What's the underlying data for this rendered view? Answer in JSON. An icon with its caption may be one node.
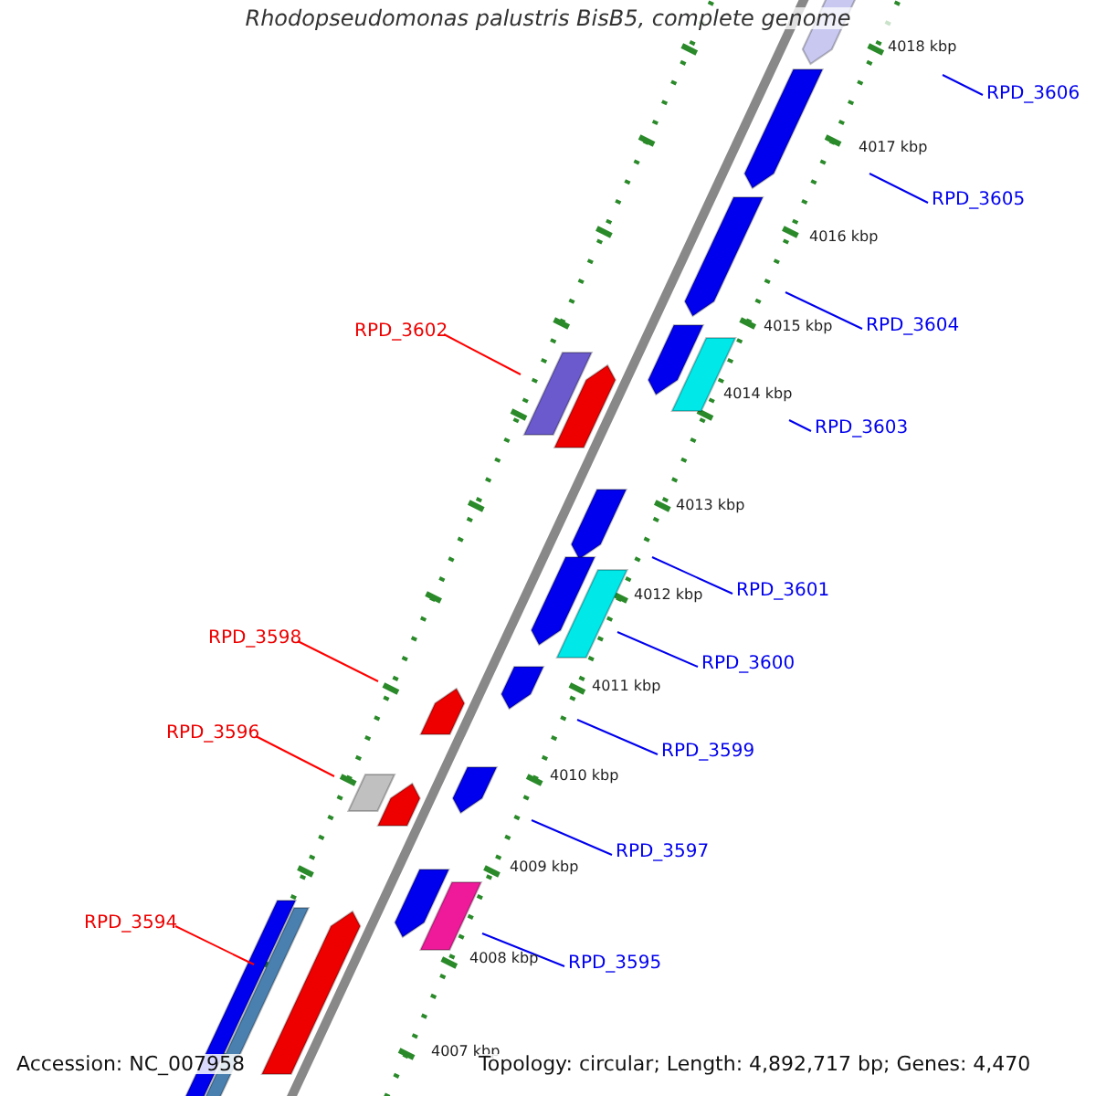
{
  "diagram": {
    "title": "Rhodopseudomonas palustris BisB5, complete genome",
    "nodes": [
      {
        "text": [
          "RPD_3606"
        ]
      },
      {
        "text": [
          "RPD_3605"
        ]
      },
      {
        "text": [
          "RPD_3604"
        ]
      },
      {
        "text": [
          "RPD_3602"
        ]
      },
      {
        "text": [
          "RPD_3603"
        ]
      },
      {
        "text": [
          "RPD_3601"
        ]
      },
      {
        "text": [
          "RPD_3598"
        ]
      },
      {
        "text": [
          "RPD_3600"
        ]
      },
      {
        "text": [
          "RPD_3596"
        ]
      },
      {
        "text": [
          "RPD_3599"
        ]
      },
      {
        "text": [
          "RPD_3597"
        ]
      },
      {
        "text": [
          "RPD_3594"
        ]
      },
      {
        "text": [
          "RPD_3595"
        ]
      }
    ],
    "edges": [
      {
        "from": 0,
        "to": null,
        "arrow": "none"
      },
      {
        "from": 1,
        "to": null,
        "arrow": "none"
      },
      {
        "from": 2,
        "to": null,
        "arrow": "none"
      },
      {
        "from": 3,
        "to": null,
        "arrow": "none",
        "color": "#ff0000"
      },
      {
        "from": 4,
        "to": null,
        "arrow": "none"
      },
      {
        "from": 5,
        "to": null,
        "arrow": "none"
      },
      {
        "from": 6,
        "to": null,
        "arrow": "none",
        "color": "#ff0000"
      },
      {
        "from": 7,
        "to": null,
        "arrow": "none"
      },
      {
        "from": 8,
        "to": null,
        "arrow": "none",
        "color": "#ff0000"
      },
      {
        "from": 9,
        "to": null,
        "arrow": "none"
      },
      {
        "from": 10,
        "to": null,
        "arrow": "none"
      },
      {
        "from": 11,
        "to": null,
        "arrow": "none",
        "color": "#ff0000"
      },
      {
        "from": 12,
        "to": null,
        "arrow": "none"
      }
    ],
    "labels": [
      "4018 kbp",
      "4017 kbp",
      "4016 kbp",
      "4015 kbp",
      "4014 kbp",
      "4013 kbp",
      "4012 kbp",
      "4011 kbp",
      "4010 kbp",
      "4009 kbp",
      "4008 kbp",
      "4007 kbp",
      "Accession: NC_007958",
      "Topology: circular; Length: 4,892,717 bp; Genes: 4,470"
    ]
  }
}
